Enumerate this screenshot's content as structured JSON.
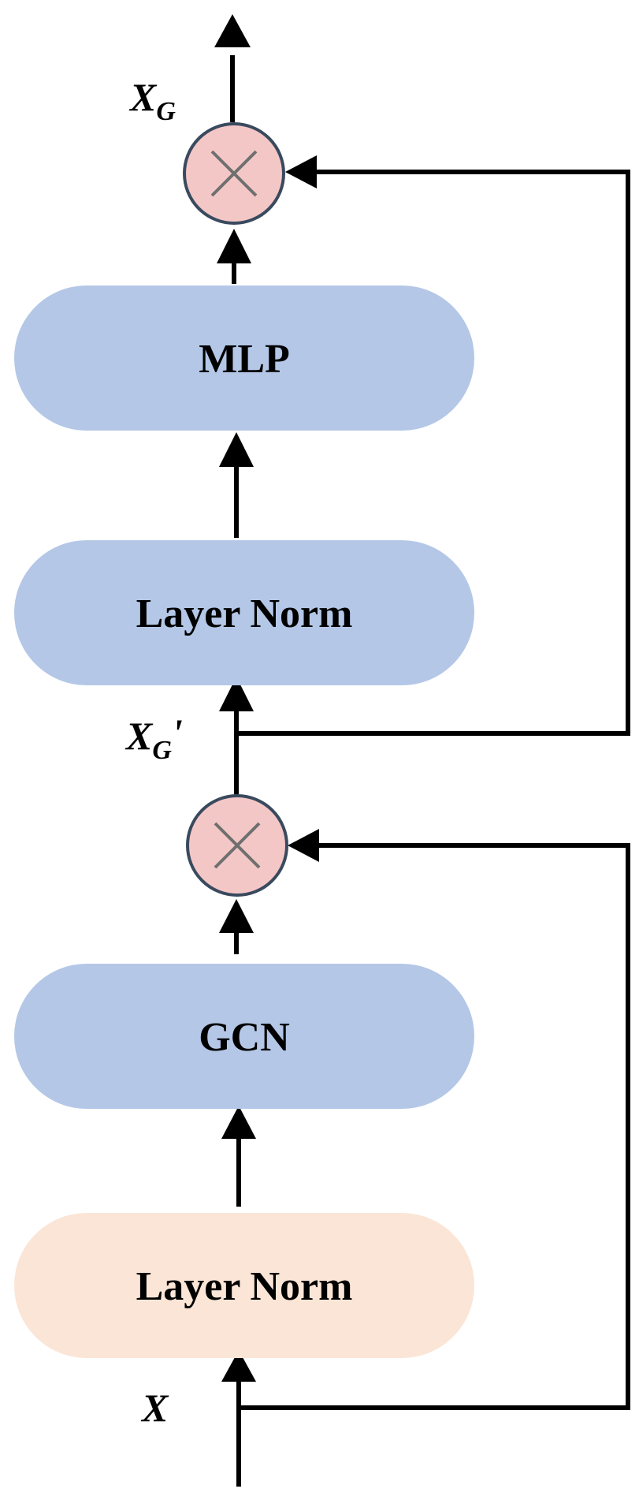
{
  "colors": {
    "block_blue": "#b4c7e7",
    "block_peach": "#fbe5d6",
    "multiply_fill": "#f4c7c7",
    "multiply_stroke": "#3a4a5e",
    "multiply_cross": "#6f6f6f",
    "line": "#000000"
  },
  "blocks": {
    "mlp": {
      "label": "MLP"
    },
    "layer_norm_top": {
      "label": "Layer Norm"
    },
    "gcn": {
      "label": "GCN"
    },
    "layer_norm_bottom": {
      "label": "Layer Norm"
    }
  },
  "labels": {
    "xg_main": "X",
    "xg_sub": "G",
    "xg_prime_main": "X",
    "xg_prime_sub": "G",
    "xg_prime_mark": "'",
    "x": "X"
  },
  "icons": {
    "multiply": "circled-times-icon",
    "arrow": "arrow-up-icon"
  }
}
